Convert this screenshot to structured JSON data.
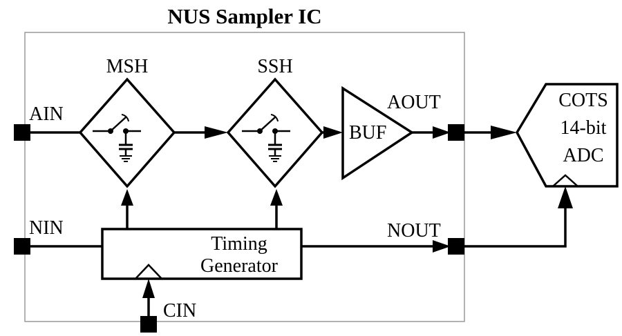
{
  "title": "NUS Sampler IC",
  "blocks": {
    "msh": "MSH",
    "ssh": "SSH",
    "buf": "BUF",
    "timing_line1": "Timing",
    "timing_line2": "Generator",
    "adc_line1": "COTS",
    "adc_line2": "14-bit",
    "adc_line3": "ADC"
  },
  "pins": {
    "ain": "AIN",
    "nin": "NIN",
    "cin": "CIN",
    "aout": "AOUT",
    "nout": "NOUT"
  }
}
